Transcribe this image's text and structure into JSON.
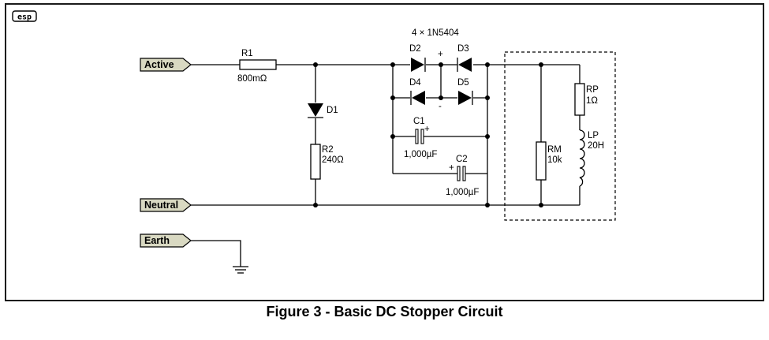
{
  "logo": {
    "text": "esp"
  },
  "terminals": {
    "active": "Active",
    "neutral": "Neutral",
    "earth": "Earth"
  },
  "components": {
    "r1": {
      "name": "R1",
      "value": "800mΩ"
    },
    "d1": {
      "name": "D1"
    },
    "r2": {
      "name": "R2",
      "value": "240Ω"
    },
    "diode_array": "4 × 1N5404",
    "d2": {
      "name": "D2"
    },
    "d3": {
      "name": "D3"
    },
    "d4": {
      "name": "D4"
    },
    "d5": {
      "name": "D5"
    },
    "plus": "+",
    "minus": "-",
    "c1": {
      "name": "C1",
      "value": "1,000µF",
      "polarity": "+"
    },
    "c2": {
      "name": "C2",
      "value": "1,000µF",
      "polarity": "+"
    },
    "rm": {
      "name": "RM",
      "value": "10k"
    },
    "rp": {
      "name": "RP",
      "value": "1Ω"
    },
    "lp": {
      "name": "LP",
      "value": "20H"
    }
  },
  "caption": "Figure 3 - Basic DC Stopper Circuit"
}
